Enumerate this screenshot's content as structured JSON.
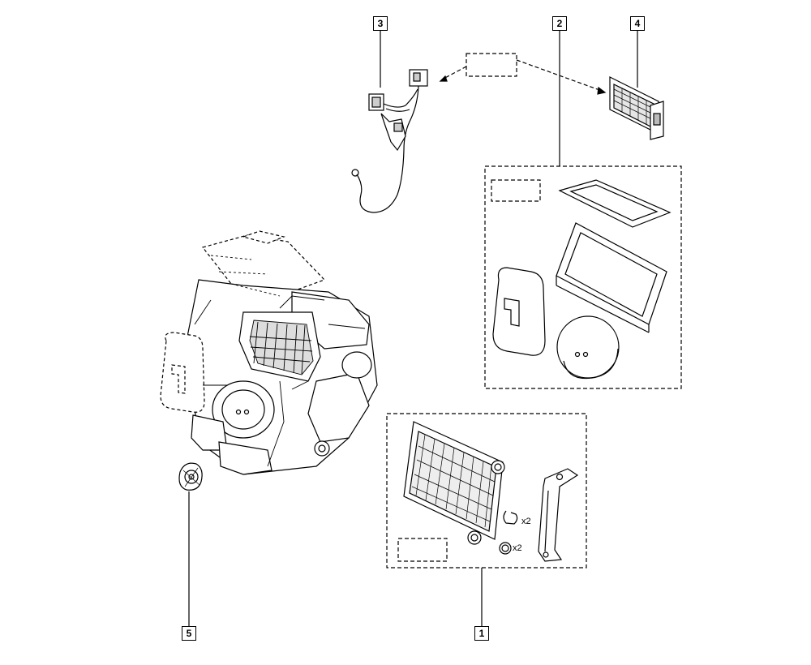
{
  "callouts": [
    "3",
    "2",
    "4",
    "1",
    "5"
  ],
  "quantities": [
    "x2",
    "x2"
  ],
  "parts": [
    {
      "ref": "1",
      "description": "evaporator-kit",
      "icon": "evaporator-icon"
    },
    {
      "ref": "2",
      "description": "blower-filter-and-seal-kit",
      "icon": "filter-seal-kit-icon"
    },
    {
      "ref": "3",
      "description": "wiring-harness",
      "icon": "wiring-harness-icon"
    },
    {
      "ref": "4",
      "description": "heater-resistor",
      "icon": "resistor-icon"
    },
    {
      "ref": "5",
      "description": "actuator-motor",
      "icon": "actuator-icon"
    }
  ],
  "colors": {
    "line": "#000000",
    "fill": "#ffffff",
    "shade": "#d9d9d9"
  }
}
